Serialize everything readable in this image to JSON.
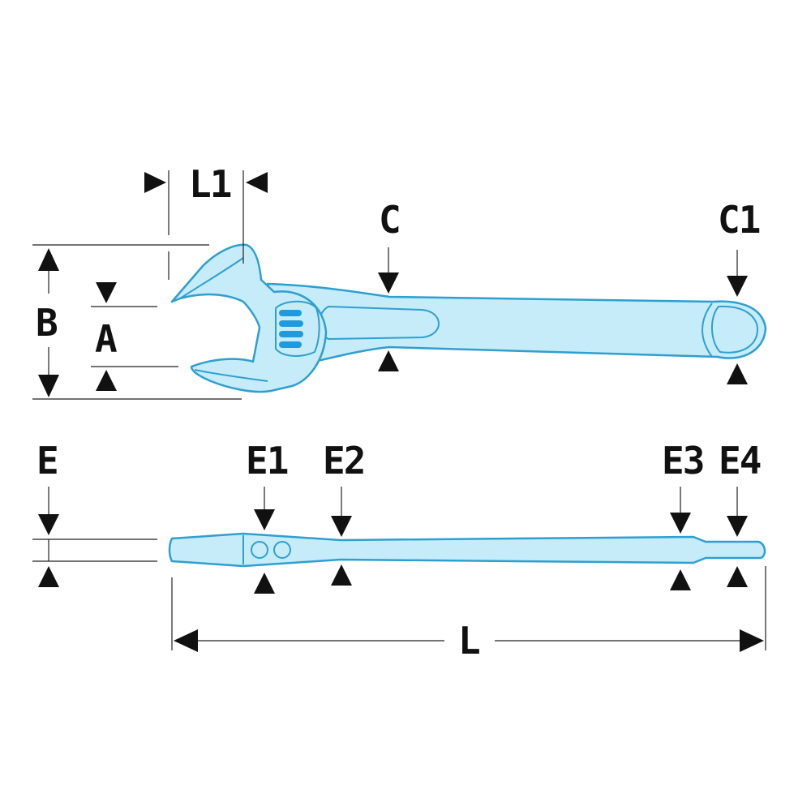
{
  "labels": {
    "L1": "L1",
    "C": "C",
    "C1": "C1",
    "B": "B",
    "A": "A",
    "E": "E",
    "E1": "E1",
    "E2": "E2",
    "E3": "E3",
    "E4": "E4",
    "L": "L"
  },
  "colors": {
    "tool_fill": "#c5ecf8",
    "tool_outline": "#2f9fd0",
    "worm_blue": "#1e9be0",
    "ink": "#111111"
  }
}
